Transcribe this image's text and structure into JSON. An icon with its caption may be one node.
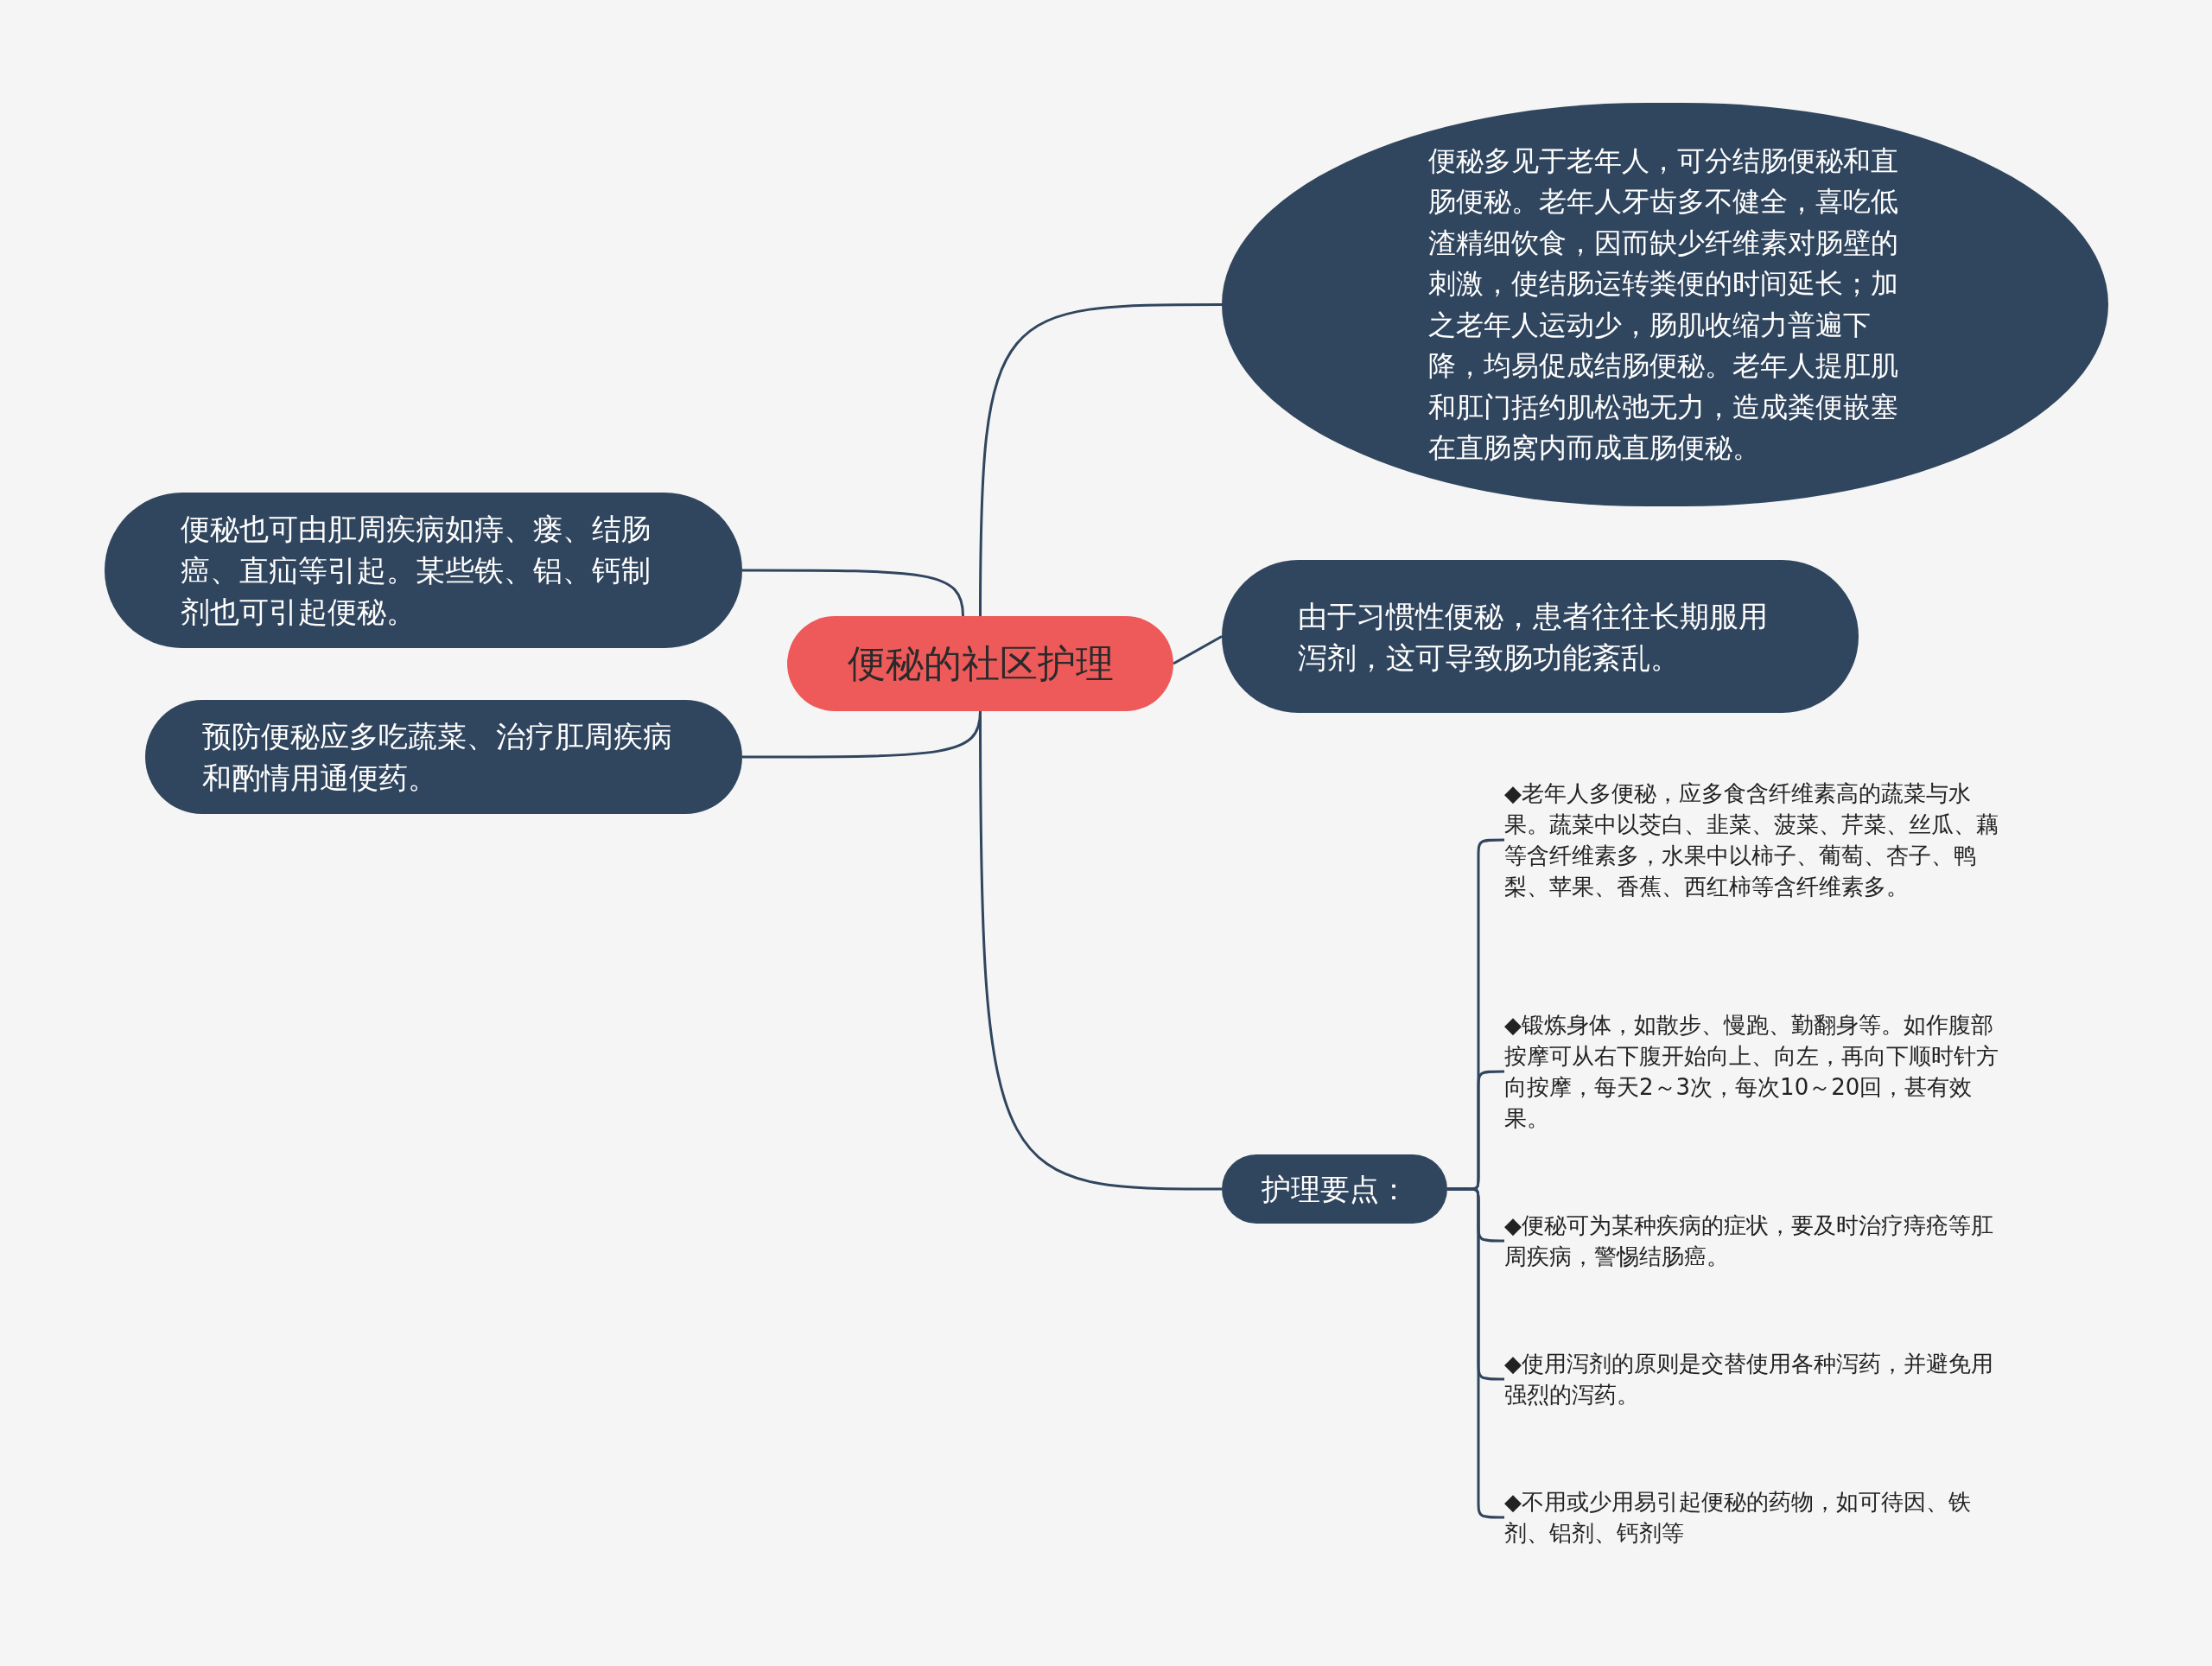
{
  "diagram": {
    "nodes": [
      {
        "text": [
          "便秘的社区护理"
        ]
      },
      {
        "text": [
          "便秘多见于老年人，可分结肠便秘和直肠便秘。老年人牙齿多不健全，喜吃低渣精细饮食，因而缺少纤维素对肠壁的刺激，使结肠运转粪便的时间延长；加之老年人运动少，肠肌收缩力普遍下降，均易促成结肠便秘。老年人提肛肌和肛门括约肌松弛无力，造成粪便嵌塞在直肠窝内而成直肠便秘。"
        ]
      },
      {
        "text": [
          "由于习惯性便秘，患者往往长期服用泻剂，这可导致肠功能紊乱。"
        ]
      },
      {
        "text": [
          "便秘也可由肛周疾病如痔、瘘、结肠癌、直疝等引起。某些铁、铝、钙制剂也可引起便秘。"
        ]
      },
      {
        "text": [
          "预防便秘应多吃蔬菜、治疗肛周疾病和酌情用通便药。"
        ]
      },
      {
        "text": [
          "护理要点："
        ]
      },
      {
        "text": [
          "◆老年人多便秘，应多食含纤维素高的蔬菜与水果。蔬菜中以茭白、韭菜、菠菜、芹菜、丝瓜、藕等含纤维素多，水果中以柿子、葡萄、杏子、鸭梨、苹果、香蕉、西红柿等含纤维素多。"
        ]
      },
      {
        "text": [
          "◆锻炼身体，如散步、慢跑、勤翻身等。如作腹部按摩可从右下腹开始向上、向左，再向下顺时针方向按摩，每天2～3次，每次10～20回，甚有效果。"
        ]
      },
      {
        "text": [
          "◆便秘可为某种疾病的症状，要及时治疗痔疮等肛周疾病，警惕结肠癌。"
        ]
      },
      {
        "text": [
          "◆使用泻剂的原则是交替使用各种泻药，并避免用强烈的泻药。"
        ]
      },
      {
        "text": [
          "◆不用或少用易引起便秘的药物，如可待因、铁剂、铝剂、钙剂等"
        ]
      }
    ],
    "edges": [
      {
        "from": 0,
        "to": 1,
        "arrow": "none"
      },
      {
        "from": 0,
        "to": 2,
        "arrow": "none"
      },
      {
        "from": 0,
        "to": 3,
        "arrow": "none"
      },
      {
        "from": 0,
        "to": 4,
        "arrow": "none"
      },
      {
        "from": 0,
        "to": 5,
        "arrow": "none"
      },
      {
        "from": 5,
        "to": 6,
        "arrow": "none"
      },
      {
        "from": 5,
        "to": 7,
        "arrow": "none"
      },
      {
        "from": 5,
        "to": 8,
        "arrow": "none"
      },
      {
        "from": 5,
        "to": 9,
        "arrow": "none"
      },
      {
        "from": 5,
        "to": 10,
        "arrow": "none"
      }
    ]
  }
}
